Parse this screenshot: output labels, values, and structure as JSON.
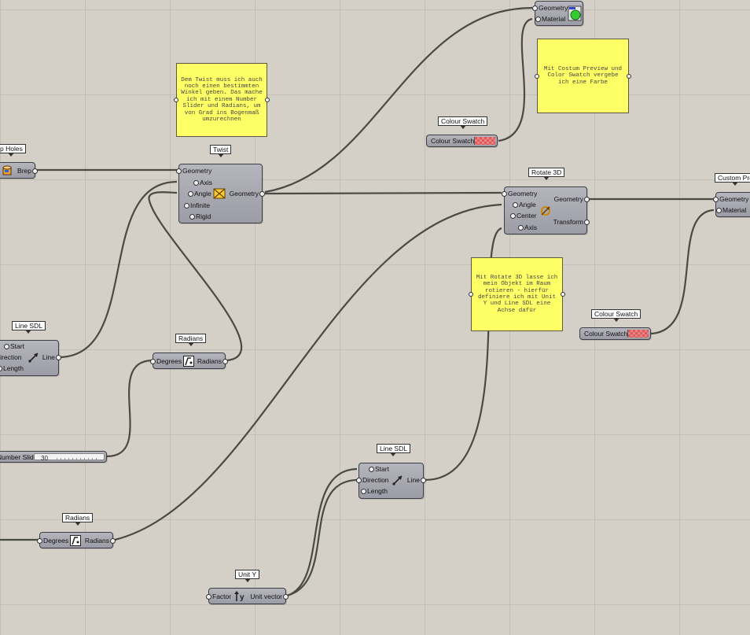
{
  "tags": {
    "twist": "Twist",
    "rotate3d": "Rotate 3D",
    "custom_preview_top": "",
    "custom_preview_right": "Custom Pre",
    "colour_swatch_1": "Colour Swatch",
    "colour_swatch_2": "Colour Swatch",
    "cap_holes": "p Holes",
    "line_sdl_left": "Line SDL",
    "line_sdl_bottom": "Line SDL",
    "radians_1": "Radians",
    "radians_2": "Radians",
    "unit_y": "Unit Y"
  },
  "components": {
    "custom_preview_top": {
      "inputs": [
        "Geometry",
        "Material"
      ]
    },
    "cap_holes": {
      "output": "Brep"
    },
    "twist": {
      "inputs": [
        "Geometry",
        "Axis",
        "Angle",
        "Infinite",
        "Rigid"
      ],
      "output": "Geometry",
      "icon": "twist-icon"
    },
    "rotate3d": {
      "inputs": [
        "Geometry",
        "Angle",
        "Center",
        "Axis"
      ],
      "outputs": [
        "Geometry",
        "Transform"
      ],
      "icon": "rotate-icon"
    },
    "custom_preview_right": {
      "inputs": [
        "Geometry",
        "Material"
      ]
    },
    "colour_swatch_1": {
      "label": "Colour Swatch",
      "color": "#e05a5a"
    },
    "colour_swatch_2": {
      "label": "Colour Swatch",
      "color": "#e05a5a"
    },
    "line_sdl_left": {
      "inputs": [
        "Start",
        "Direction",
        "Length"
      ],
      "output": "Line"
    },
    "line_sdl_bottom": {
      "inputs": [
        "Start",
        "Direction",
        "Length"
      ],
      "output": "Line"
    },
    "radians_1": {
      "input": "Degrees",
      "output": "Radians"
    },
    "radians_2": {
      "input": "Degrees",
      "output": "Radians"
    },
    "number_slider": {
      "label": "Number Slider",
      "value": "30"
    },
    "unit_y": {
      "input": "Factor",
      "output": "Unit vector"
    }
  },
  "notes": {
    "twist_note": "Dem Twist muss ich auch noch einen bestimmten Winkel geben. Das mache ich mit einem Number Slider und Radians, um von Grad ins Bogenmaß umzurechnen",
    "preview_note": "Mit Costum Preview und Color Swatch vergebe ich eine Farbe",
    "rotate_note": "Mit Rotate 3D lasse ich mein Objekt im Raum rotieren - hierfür definiere ich mit Unit Y und Line SDL eine Achse dafür"
  },
  "colors": {
    "canvas": "#d4d0c8",
    "grid": "#c3bfb6",
    "component": "#a8a8b2",
    "note": "#ffff66",
    "wire": "#4a4a44",
    "swatch": "#e05a5a"
  }
}
